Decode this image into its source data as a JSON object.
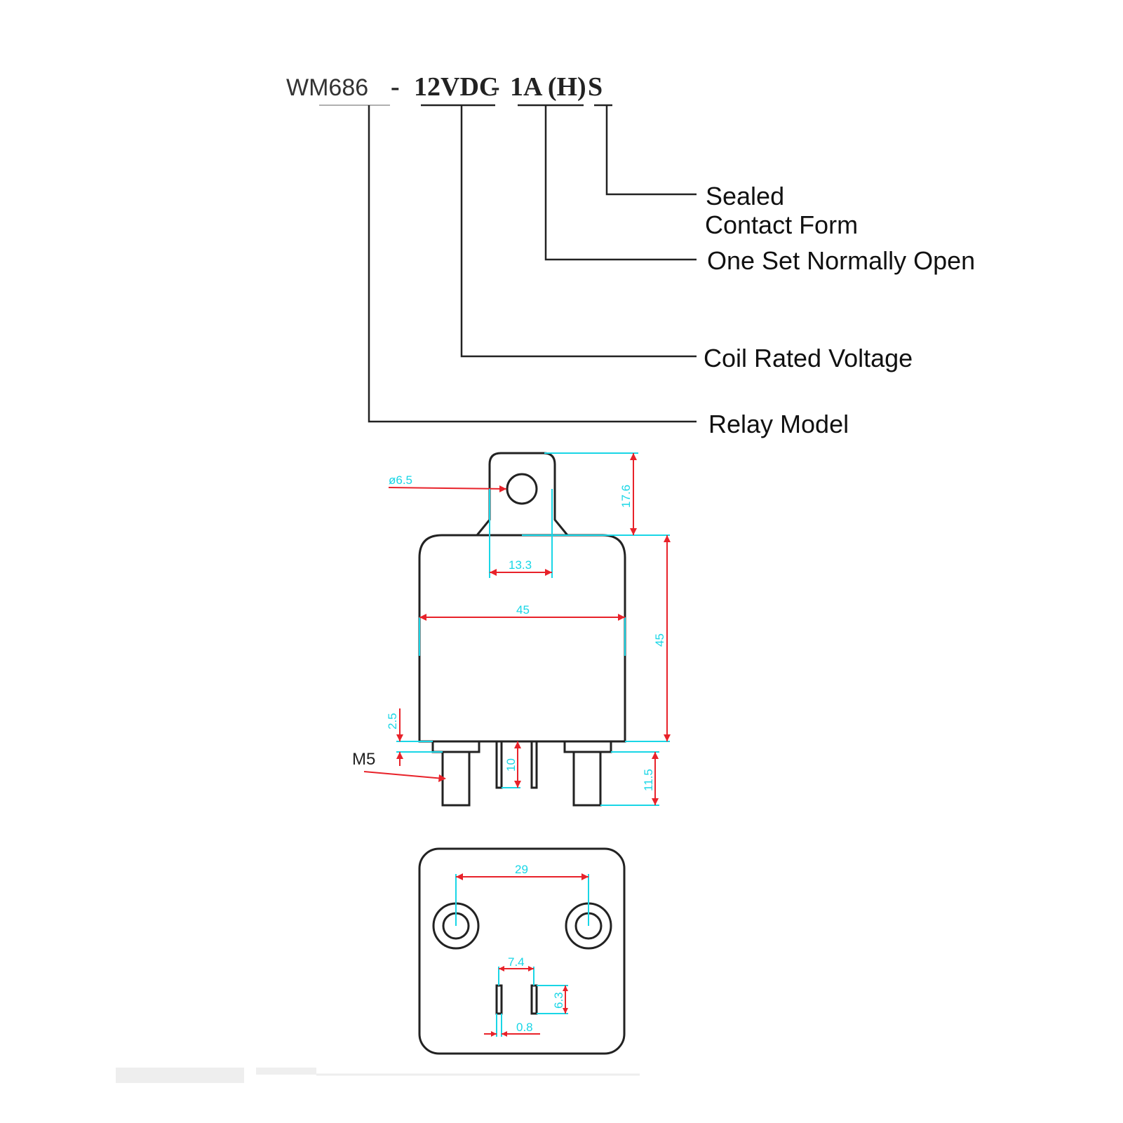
{
  "model_code": {
    "model": "WM686",
    "sep1": "-",
    "voltage": "12VDC",
    "sep2": "-",
    "contact": "1A (H)",
    "sealed": "S"
  },
  "legend": {
    "sealed": "Sealed",
    "contact_form": "Contact Form",
    "normally_open": "One Set Normally Open",
    "coil_voltage": "Coil Rated Voltage",
    "relay_model": "Relay Model"
  },
  "side_view": {
    "hole_dia": "ø6.5",
    "tab_height": "17.6",
    "hole_spacing": "13.3",
    "body_width": "45",
    "body_height": "45",
    "gap": "2.5",
    "thread": "M5",
    "pin_length": "10",
    "stud_length": "11.5"
  },
  "bottom_view": {
    "stud_pitch": "29",
    "pin_pitch": "7.4",
    "pin_width": "6.3",
    "pin_thickness": "0.8"
  }
}
